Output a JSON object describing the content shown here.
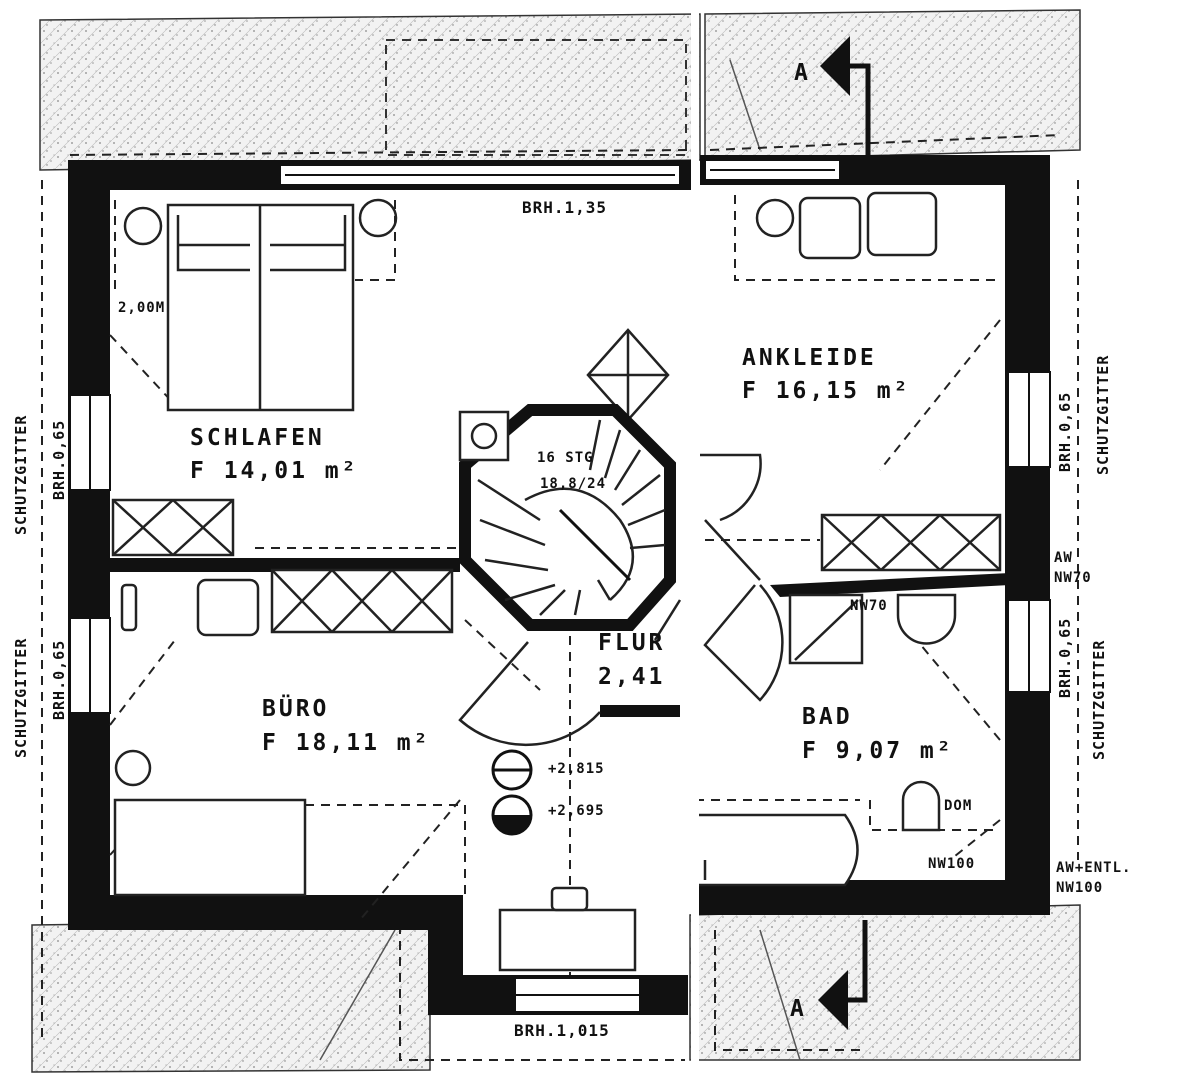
{
  "rooms": {
    "schlafen": {
      "name": "SCHLAFEN",
      "area": "F 14,01 m²"
    },
    "ankleide": {
      "name": "ANKLEIDE",
      "area": "F 16,15 m²"
    },
    "buero": {
      "name": "BÜRO",
      "area": "F 18,11 m²"
    },
    "flur": {
      "name": "FLUR",
      "area": "2,41"
    },
    "bad": {
      "name": "BAD",
      "area": "F 9,07 m²"
    }
  },
  "stairs": {
    "steps": "16 STG",
    "ratio": "18,8/24"
  },
  "windows": {
    "top": "BRH.1,35",
    "bottom": "BRH.1,015",
    "left_upper": "BRH.0,65",
    "left_lower": "BRH.0,65",
    "right_upper": "BRH.0,65",
    "right_lower": "BRH.0,65"
  },
  "side_labels": {
    "left_upper": "SCHUTZGITTER",
    "left_lower": "SCHUTZGITTER",
    "right_upper": "SCHUTZGITTER",
    "right_lower": "SCHUTZGITTER"
  },
  "annotations": {
    "bed_length": "2,00M",
    "nw70_inner": "NW70",
    "aw": "AW",
    "nw70_outer": "NW70",
    "wc_dim": "DOM",
    "nw100_inner": "NW100",
    "aw_entl": "AW+ENTL.",
    "nw100_outer": "NW100",
    "level_1": "+2,815",
    "level_2": "+2,695",
    "section_top": "A",
    "section_bottom": "A"
  }
}
